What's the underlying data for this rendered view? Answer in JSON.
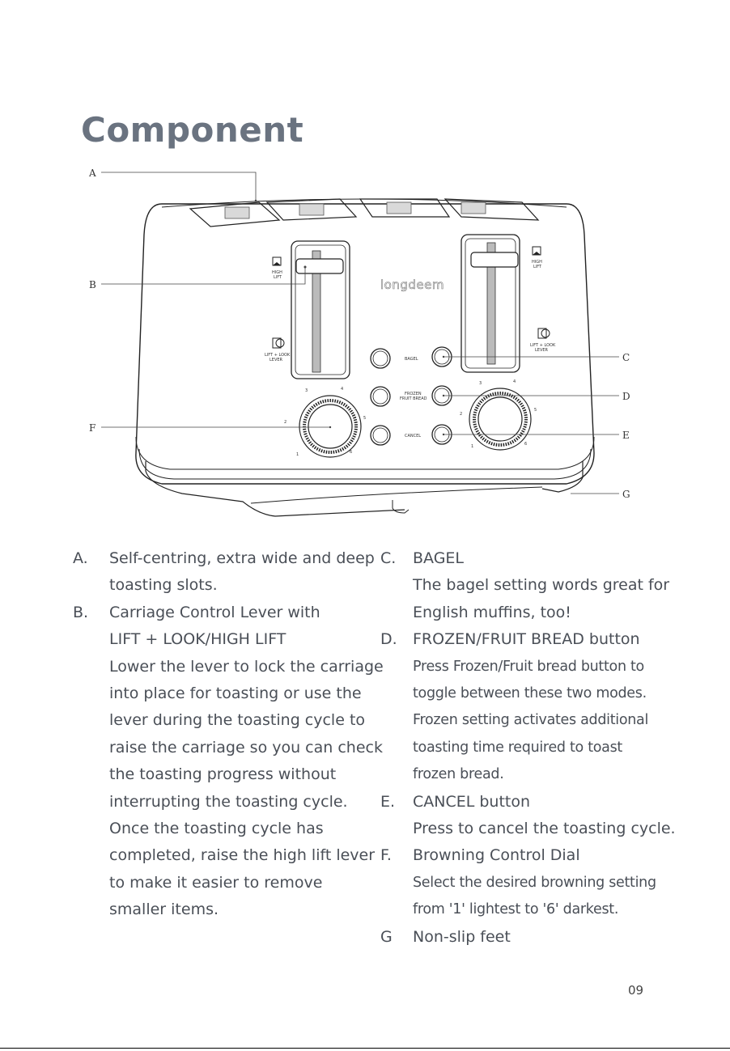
{
  "page": {
    "title": "Component",
    "page_number": "09"
  },
  "diagram": {
    "brand": "longdeem",
    "callouts": [
      "A",
      "B",
      "C",
      "D",
      "E",
      "F",
      "G"
    ],
    "buttons": {
      "bagel": "BAGEL",
      "frozen_line1": "FROZEN",
      "frozen_line2": "FRUIT BREAD",
      "cancel": "CANCEL"
    },
    "lever_labels": {
      "high_lift_1": "HIGH",
      "high_lift_2": "LIFT",
      "lift_look_1": "LIFT + LOOK",
      "lift_look_2": "LEVER"
    },
    "dial_numbers": [
      "1",
      "2",
      "3",
      "4",
      "5",
      "6"
    ]
  },
  "items": [
    {
      "letter": "A.",
      "lines": [
        "Self-centring, extra wide and deep",
        "toasting slots."
      ]
    },
    {
      "letter": "B.",
      "lines": [
        "Carriage Control Lever with",
        "LIFT + LOOK/HIGH LIFT",
        "Lower the lever to lock the carriage",
        "into place for toasting or use the",
        "lever during the toasting cycle to",
        "raise the carriage so you can check",
        "the toasting progress without",
        "interrupting the toasting cycle.",
        "Once the toasting cycle has",
        "completed, raise the high lift lever",
        "to make it easier to  remove",
        "smaller items."
      ]
    },
    {
      "letter": "C.",
      "lines": [
        "BAGEL",
        "The bagel setting words great for",
        "English muffins, too!"
      ]
    },
    {
      "letter": "D.",
      "lines": [
        "FROZEN/FRUIT BREAD button",
        "Press Frozen/Fruit bread button to",
        "toggle between these two modes.",
        "Frozen setting activates additional",
        "toasting time required to toast",
        "frozen bread."
      ]
    },
    {
      "letter": "E.",
      "lines": [
        "CANCEL button",
        "Press to cancel the toasting cycle."
      ]
    },
    {
      "letter": "F.",
      "lines": [
        "Browning Control Dial",
        "Select the desired browning setting",
        "from '1' lightest to '6' darkest."
      ]
    },
    {
      "letter": "G",
      "lines": [
        "Non-slip feet"
      ]
    }
  ]
}
